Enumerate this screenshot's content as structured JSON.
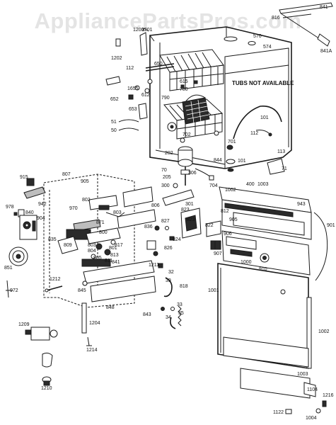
{
  "watermark": "AppliancePartsPros.com",
  "note": "TUBS NOT AVAILABLE",
  "labels": [
    "841",
    "816",
    "841A",
    "570",
    "574",
    "1200",
    "1201",
    "1202",
    "650",
    "112",
    "615",
    "780",
    "790",
    "612",
    "1655",
    "652",
    "653",
    "51",
    "50",
    "702",
    "701",
    "101",
    "112",
    "113",
    "71",
    "1003",
    "400",
    "101",
    "202",
    "70",
    "205",
    "306",
    "300",
    "704",
    "844",
    "301",
    "807",
    "915",
    "942",
    "978",
    "840",
    "904",
    "905",
    "970",
    "802",
    "803",
    "806",
    "823",
    "822",
    "812",
    "1002",
    "943",
    "901",
    "905",
    "906",
    "907",
    "1000",
    "910",
    "1001",
    "1002",
    "1003",
    "1104",
    "1216",
    "1004",
    "1122",
    "836",
    "827",
    "824",
    "826",
    "823",
    "1211",
    "32",
    "818",
    "39",
    "35",
    "33",
    "34",
    "848",
    "843",
    "845",
    "1212",
    "972",
    "851",
    "1209",
    "1204",
    "1214",
    "1210",
    "800",
    "809",
    "803",
    "835",
    "801",
    "804",
    "805",
    "811",
    "813",
    "817",
    "841",
    "871"
  ]
}
